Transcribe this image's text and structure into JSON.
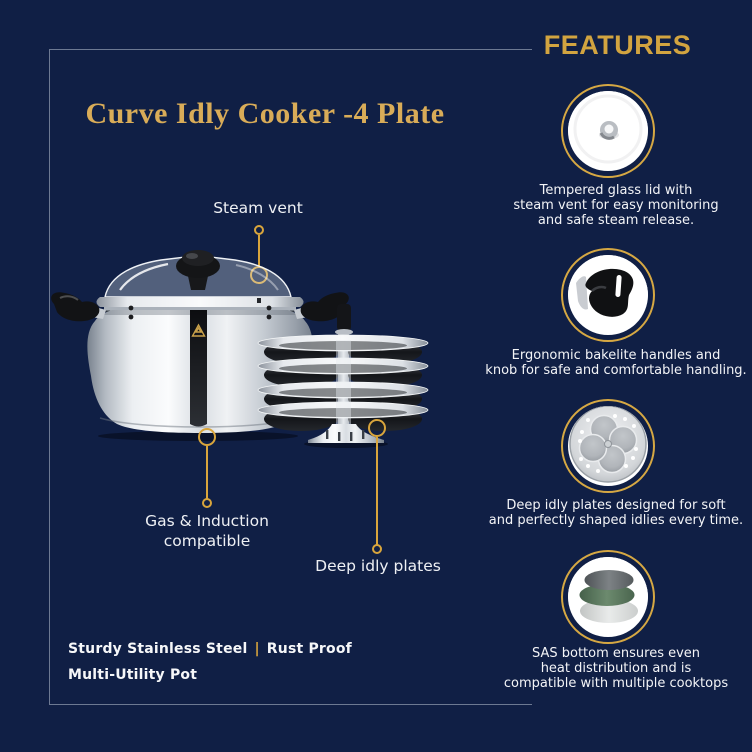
{
  "colors": {
    "background": "#101f45",
    "gold_accent": "#d9a53c",
    "title_gold": "#d9ac58",
    "heading_gold": "#d2a440",
    "text_white": "#f3f4f7"
  },
  "product": {
    "title": "Curve Idly Cooker -4 Plate"
  },
  "callouts": {
    "steam_vent": {
      "label": "Steam vent"
    },
    "gas_induction": {
      "lines": [
        "Gas & Induction",
        "compatible"
      ]
    },
    "deep_idly": {
      "label": "Deep idly plates"
    }
  },
  "footer": {
    "line1_left": "Sturdy Stainless Steel",
    "divider": "|",
    "line1_right": "Rust Proof",
    "line2": "Multi-Utility Pot"
  },
  "features": {
    "heading": "FEATURES",
    "items": [
      {
        "icon": "glass-lid-icon",
        "lines": [
          "Tempered glass lid with",
          "steam vent for easy monitoring",
          "and safe steam release."
        ]
      },
      {
        "icon": "bakelite-handle-icon",
        "lines": [
          "Ergonomic bakelite handles and",
          "knob for safe and comfortable handling."
        ]
      },
      {
        "icon": "idly-plate-icon",
        "lines": [
          "Deep idly plates designed for soft",
          "and perfectly shaped idlies every time."
        ]
      },
      {
        "icon": "sas-bottom-icon",
        "lines": [
          "SAS bottom ensures even",
          "heat distribution and is",
          "compatible with multiple cooktops"
        ]
      }
    ]
  }
}
